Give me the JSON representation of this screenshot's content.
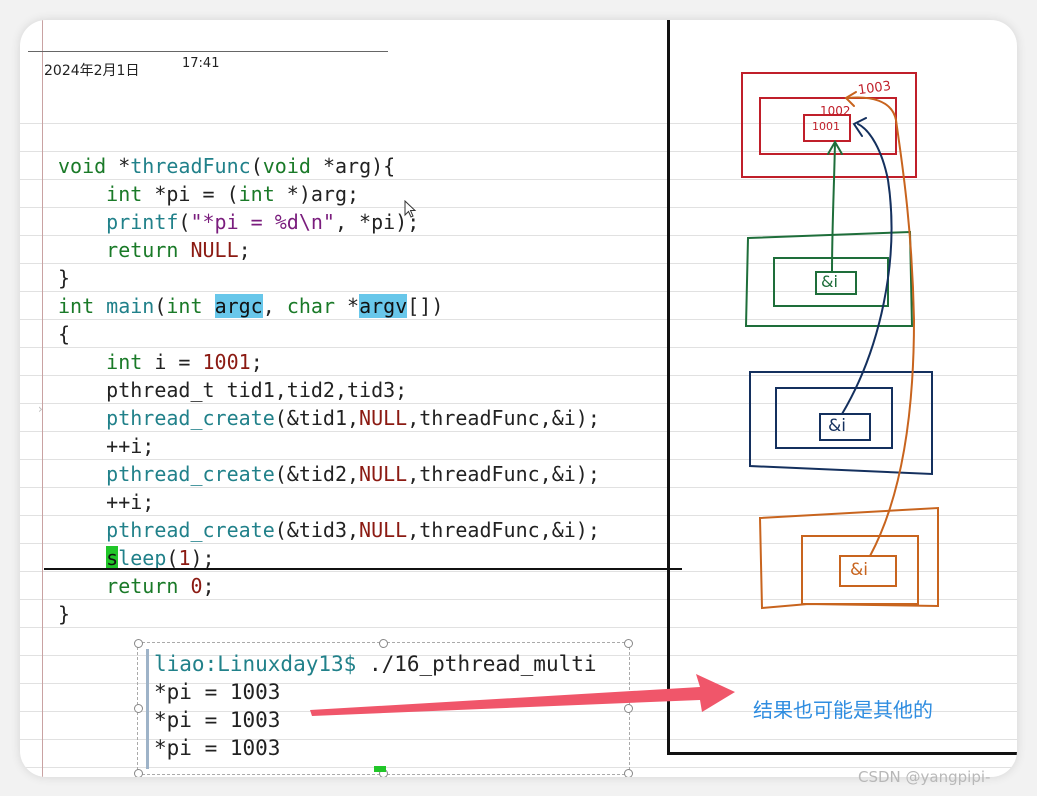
{
  "header": {
    "date": "2024年2月1日",
    "time": "17:41"
  },
  "code_lines": [
    [
      {
        "t": "void",
        "c": "kw"
      },
      {
        "t": " *"
      },
      {
        "t": "threadFunc",
        "c": "fn"
      },
      {
        "t": "("
      },
      {
        "t": "void",
        "c": "kw"
      },
      {
        "t": " *arg){"
      }
    ],
    [
      {
        "t": "    "
      },
      {
        "t": "int",
        "c": "kw"
      },
      {
        "t": " *pi = ("
      },
      {
        "t": "int",
        "c": "kw"
      },
      {
        "t": " *)arg;"
      }
    ],
    [
      {
        "t": "    "
      },
      {
        "t": "printf",
        "c": "fn"
      },
      {
        "t": "("
      },
      {
        "t": "\"*pi = %d\\n\"",
        "c": "str"
      },
      {
        "t": ", *pi);"
      }
    ],
    [
      {
        "t": "    "
      },
      {
        "t": "return",
        "c": "kw"
      },
      {
        "t": " "
      },
      {
        "t": "NULL",
        "c": "num"
      },
      {
        "t": ";"
      }
    ],
    [
      {
        "t": "}"
      }
    ],
    [
      {
        "t": "int",
        "c": "kw"
      },
      {
        "t": " "
      },
      {
        "t": "main",
        "c": "fn"
      },
      {
        "t": "("
      },
      {
        "t": "int",
        "c": "kw"
      },
      {
        "t": " "
      },
      {
        "t": "argc",
        "c": "hl"
      },
      {
        "t": ", "
      },
      {
        "t": "char",
        "c": "kw"
      },
      {
        "t": " *"
      },
      {
        "t": "argv",
        "c": "hl"
      },
      {
        "t": "[])"
      }
    ],
    [
      {
        "t": "{"
      }
    ],
    [
      {
        "t": "    "
      },
      {
        "t": "int",
        "c": "kw"
      },
      {
        "t": " i = "
      },
      {
        "t": "1001",
        "c": "num"
      },
      {
        "t": ";"
      }
    ],
    [
      {
        "t": "    pthread_t tid1,tid2,tid3;"
      }
    ],
    [
      {
        "t": "    "
      },
      {
        "t": "pthread_create",
        "c": "fn"
      },
      {
        "t": "(&tid1,"
      },
      {
        "t": "NULL",
        "c": "num"
      },
      {
        "t": ",threadFunc,&i);"
      }
    ],
    [
      {
        "t": "    ++i;"
      }
    ],
    [
      {
        "t": "    "
      },
      {
        "t": "pthread_create",
        "c": "fn"
      },
      {
        "t": "(&tid2,"
      },
      {
        "t": "NULL",
        "c": "num"
      },
      {
        "t": ",threadFunc,&i);"
      }
    ],
    [
      {
        "t": "    ++i;"
      }
    ],
    [
      {
        "t": "    "
      },
      {
        "t": "pthread_create",
        "c": "fn"
      },
      {
        "t": "(&tid3,"
      },
      {
        "t": "NULL",
        "c": "num"
      },
      {
        "t": ",threadFunc,&i);"
      }
    ],
    [
      {
        "t": "    "
      },
      {
        "t": "s",
        "c": "hlg"
      },
      {
        "t": "leep",
        "c": "fn"
      },
      {
        "t": "("
      },
      {
        "t": "1",
        "c": "num"
      },
      {
        "t": ");"
      }
    ],
    [
      {
        "t": "    "
      },
      {
        "t": "return",
        "c": "kw"
      },
      {
        "t": " "
      },
      {
        "t": "0",
        "c": "num"
      },
      {
        "t": ";"
      }
    ],
    [
      {
        "t": "}"
      }
    ]
  ],
  "terminal": {
    "prompt": "liao:Linuxday13$",
    "command": " ./16_pthread_multi",
    "output": [
      "*pi = 1003",
      "*pi = 1003",
      "*pi = 1003"
    ]
  },
  "sketch": {
    "top_box_label_outer": "1003",
    "top_box_label_mid": "1002",
    "top_box_label_inner": "1001",
    "thread_box_label": "&i",
    "colors": {
      "red": "#c01f2a",
      "green": "#1e6e3a",
      "navy": "#14305e",
      "orange": "#c8641e"
    }
  },
  "annotation": "结果也可能是其他的",
  "watermark": "CSDN @yangpipi-",
  "colors": {
    "arrow": "#f0566a",
    "note": "#2f8de0"
  }
}
